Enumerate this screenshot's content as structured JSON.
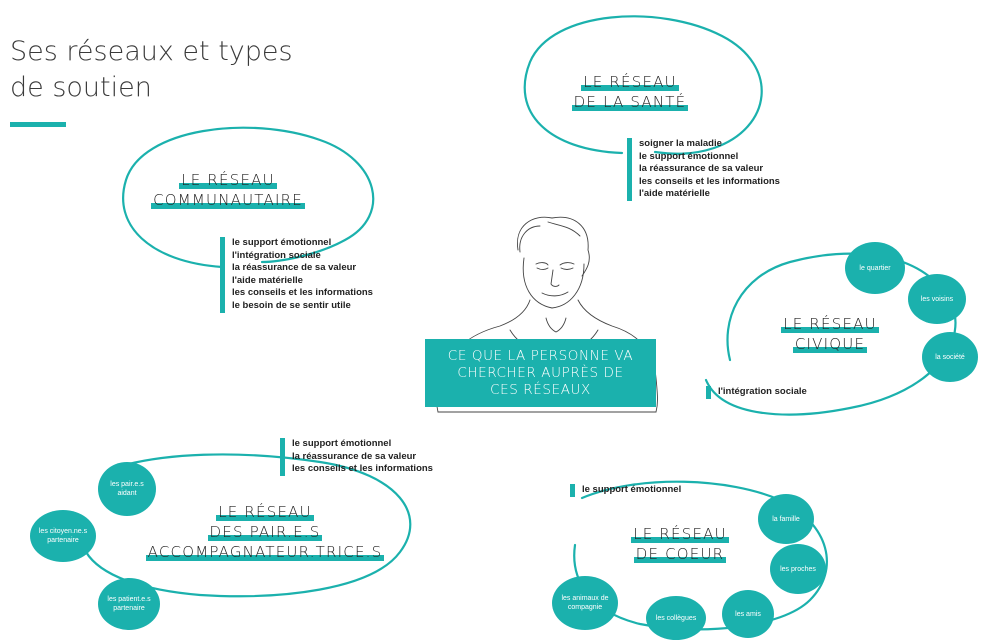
{
  "title": "Ses réseaux et types de soutien",
  "colors": {
    "accent": "#1bb1ad",
    "text": "#222222"
  },
  "center": {
    "lines": [
      "CE QUE  LA  PERSONNE VA",
      "CHERCHER AUPRÈS  DE",
      "CES  RÉSEAUX"
    ]
  },
  "networks": {
    "sante": {
      "title_lines": [
        "LE  RÉSEAU",
        "DE  LA SANTÉ"
      ],
      "items": [
        "soigner la maladie",
        "le support émotionnel",
        "la réassurance de sa valeur",
        "les conseils et les informations",
        "l'aide matérielle"
      ]
    },
    "communautaire": {
      "title_lines": [
        "LE  RÉSEAU",
        "COMMUNAUTAIRE"
      ],
      "items": [
        "le support émotionnel",
        "l'intégration sociale",
        "la réassurance de sa valeur",
        "l'aide matérielle",
        "les conseils et les informations",
        "le besoin de se sentir utile"
      ]
    },
    "civique": {
      "title_lines": [
        "LE  RÉSEAU",
        "CIVIQUE"
      ],
      "items": [
        "l'intégration sociale"
      ],
      "bubbles": [
        "le quartier",
        "les voisins",
        "la société"
      ]
    },
    "pairs": {
      "title_lines": [
        "LE  RÉSEAU",
        "DES  PAIR.E.S",
        "ACCOMPAGNATEUR.TRICE.S"
      ],
      "items": [
        "le support émotionnel",
        "la réassurance de sa valeur",
        "les conseils et les informations"
      ],
      "bubbles": [
        "les pair.e.s aidant",
        "les citoyen.ne.s partenaire",
        "les patient.e.s partenaire"
      ]
    },
    "coeur": {
      "title_lines": [
        "LE  RÉSEAU",
        "DE  COEUR"
      ],
      "items": [
        "le support émotionnel"
      ],
      "bubbles": [
        "la famille",
        "les proches",
        "les amis",
        "les collègues",
        "les animaux de compagnie"
      ]
    }
  }
}
